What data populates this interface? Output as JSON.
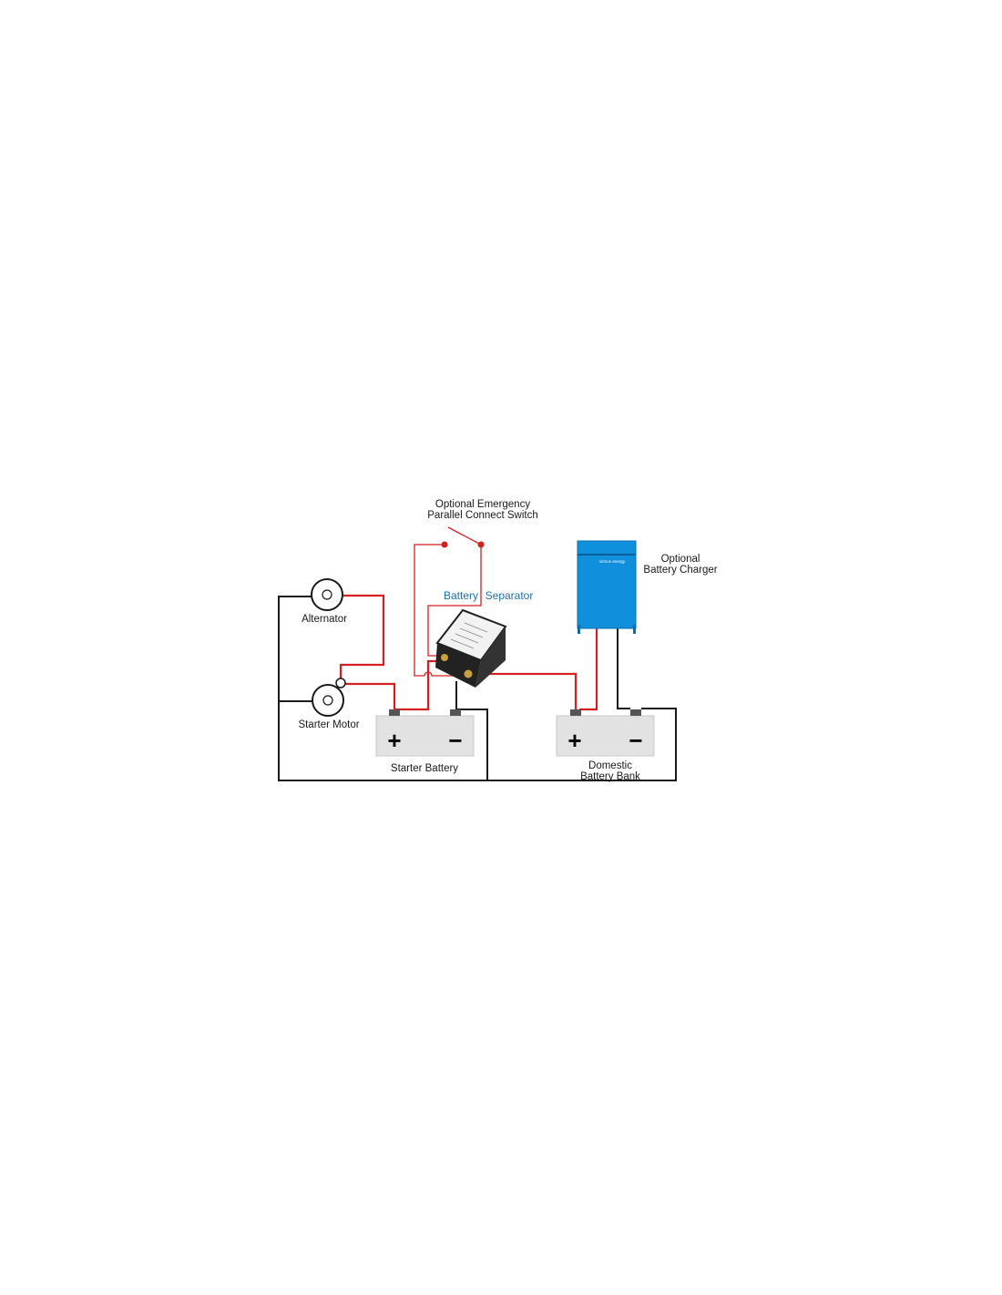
{
  "labels": {
    "switch_line1": "Optional Emergency",
    "switch_line2": "Parallel Connect Switch",
    "separator_word1": "Battery",
    "separator_word2": "Separator",
    "charger_line1": "Optional",
    "charger_line2": "Battery Charger",
    "alternator": "Alternator",
    "starter_motor": "Starter Motor",
    "starter_battery": "Starter Battery",
    "domestic_line1": "Domestic",
    "domestic_line2": "Battery Bank",
    "plus": "+",
    "minus": "−",
    "charger_brand": "victron energy"
  },
  "colors": {
    "wire_red": "#d42020",
    "wire_black": "#1a1a1a",
    "charger_blue": "#0f8fdc",
    "separator_label": "#1f6fb5",
    "battery_gray": "#e2e2e2"
  }
}
